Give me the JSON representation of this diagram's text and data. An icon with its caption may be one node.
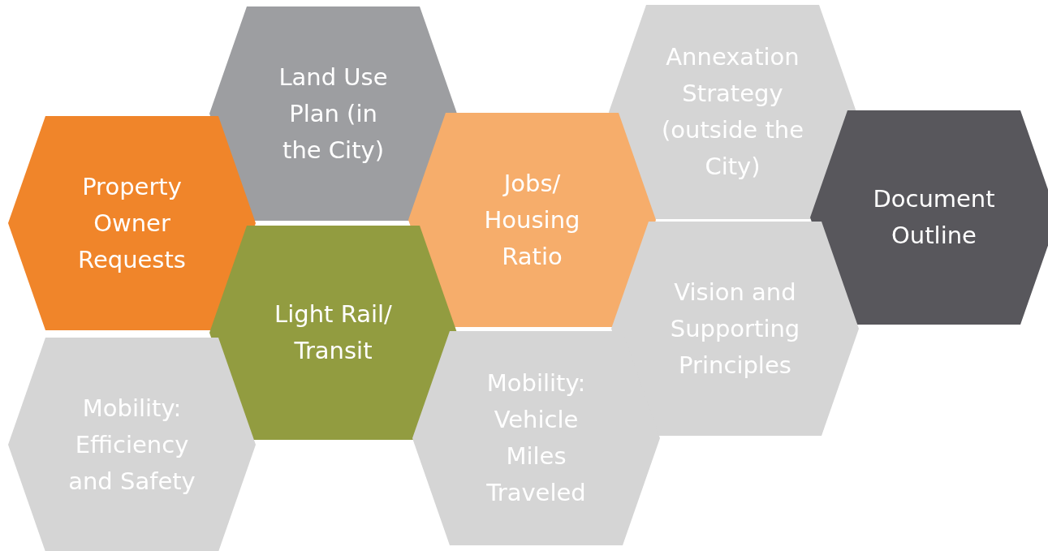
{
  "diagram": {
    "nodes": [
      {
        "text": [
          "Land Use Plan (in the City)"
        ]
      },
      {
        "text": [
          "Annexation Strategy (outside the City)"
        ]
      },
      {
        "text": [
          "Property Owner Requests"
        ]
      },
      {
        "text": [
          "Jobs/ Housing Ratio"
        ]
      },
      {
        "text": [
          "Document Outline"
        ]
      },
      {
        "text": [
          "Light Rail/ Transit"
        ]
      },
      {
        "text": [
          "Vision and Supporting Principles"
        ]
      },
      {
        "text": [
          "Mobility: Efficiency and Safety"
        ]
      },
      {
        "text": [
          "Mobility: Vehicle Miles Traveled"
        ]
      }
    ]
  }
}
